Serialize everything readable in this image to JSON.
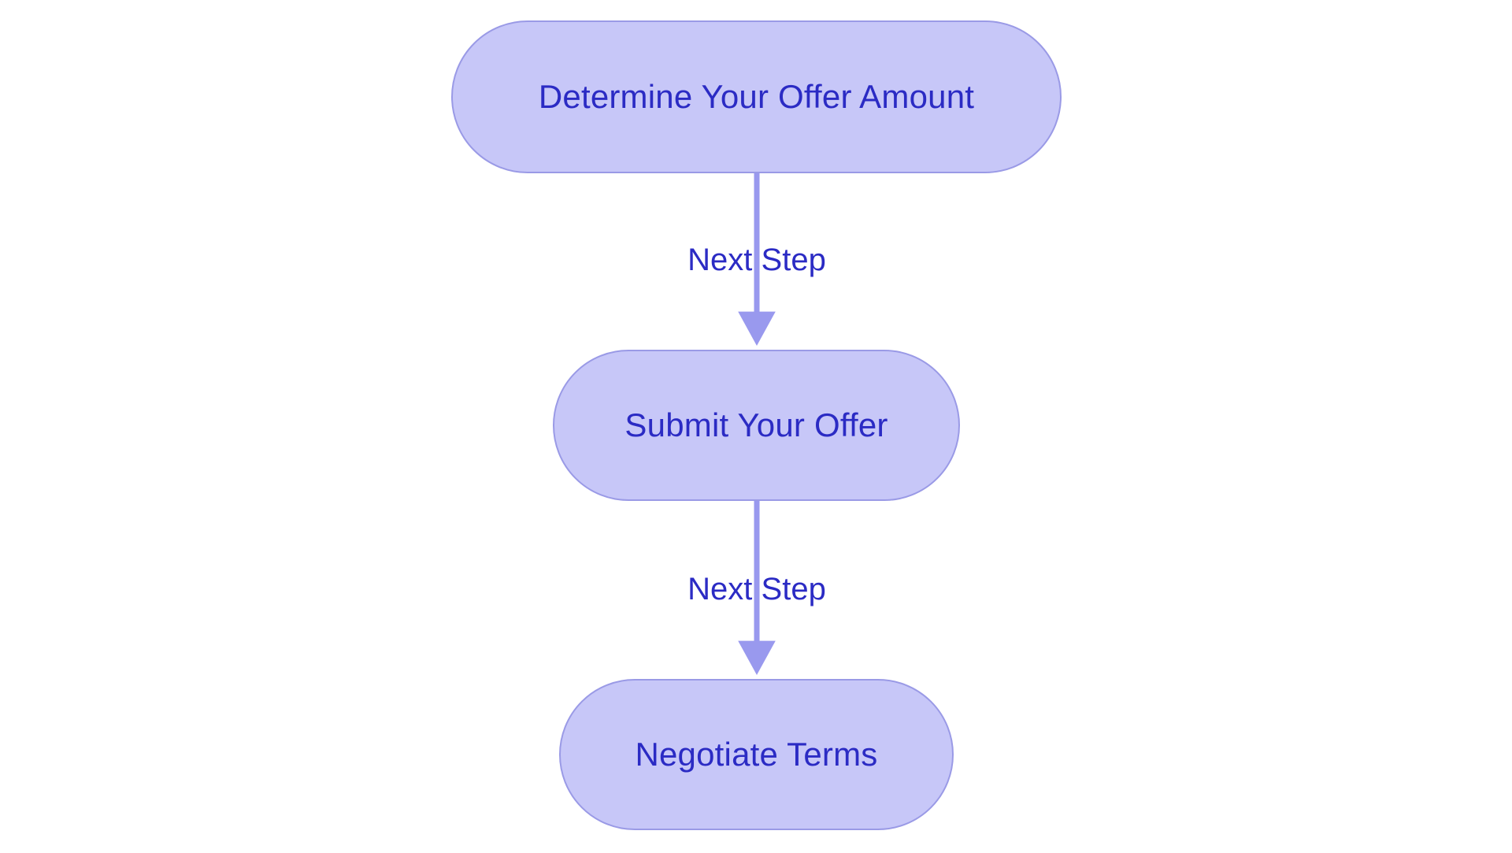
{
  "diagram": {
    "type": "flowchart",
    "orientation": "top-to-bottom",
    "background_color": "#ffffff",
    "node_fill_color": "#c7c7f8",
    "node_border_color": "#9a9ae6",
    "node_text_color": "#2b2bc4",
    "edge_color": "#9999ee",
    "edge_label_text_color": "#2b2bc4",
    "nodes": [
      {
        "id": "n1",
        "label": "Determine Your Offer Amount",
        "shape": "stadium",
        "order": 1
      },
      {
        "id": "n2",
        "label": "Submit Your Offer",
        "shape": "stadium",
        "order": 2
      },
      {
        "id": "n3",
        "label": "Negotiate Terms",
        "shape": "stadium",
        "order": 3
      }
    ],
    "edges": [
      {
        "id": "e1",
        "from": "n1",
        "to": "n2",
        "label": "Next Step",
        "arrowhead": "triangle"
      },
      {
        "id": "e2",
        "from": "n2",
        "to": "n3",
        "label": "Next Step",
        "arrowhead": "triangle"
      }
    ]
  }
}
